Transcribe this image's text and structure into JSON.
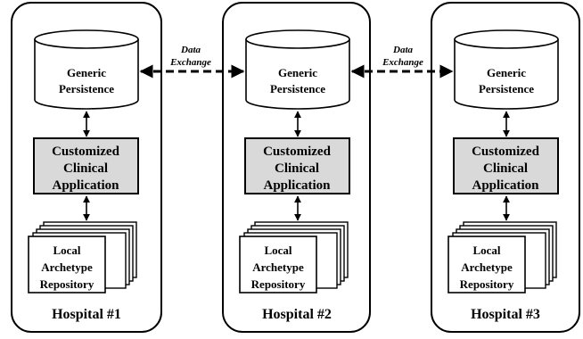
{
  "hospitals": [
    {
      "name": "Hospital #1",
      "persistence": [
        "Generic",
        "Persistence"
      ],
      "application": [
        "Customized",
        "Clinical",
        "Application"
      ],
      "repository": [
        "Local",
        "Archetype",
        "Repository"
      ]
    },
    {
      "name": "Hospital #2",
      "persistence": [
        "Generic",
        "Persistence"
      ],
      "application": [
        "Customized",
        "Clinical",
        "Application"
      ],
      "repository": [
        "Local",
        "Archetype",
        "Repository"
      ]
    },
    {
      "name": "Hospital #3",
      "persistence": [
        "Generic",
        "Persistence"
      ],
      "application": [
        "Customized",
        "Clinical",
        "Application"
      ],
      "repository": [
        "Local",
        "Archetype",
        "Repository"
      ]
    }
  ],
  "exchanges": [
    {
      "label": [
        "Data",
        "Exchange"
      ]
    },
    {
      "label": [
        "Data",
        "Exchange"
      ]
    }
  ],
  "colors": {
    "application_fill": "#d9d9d9",
    "stroke": "#000000",
    "background": "#ffffff"
  }
}
